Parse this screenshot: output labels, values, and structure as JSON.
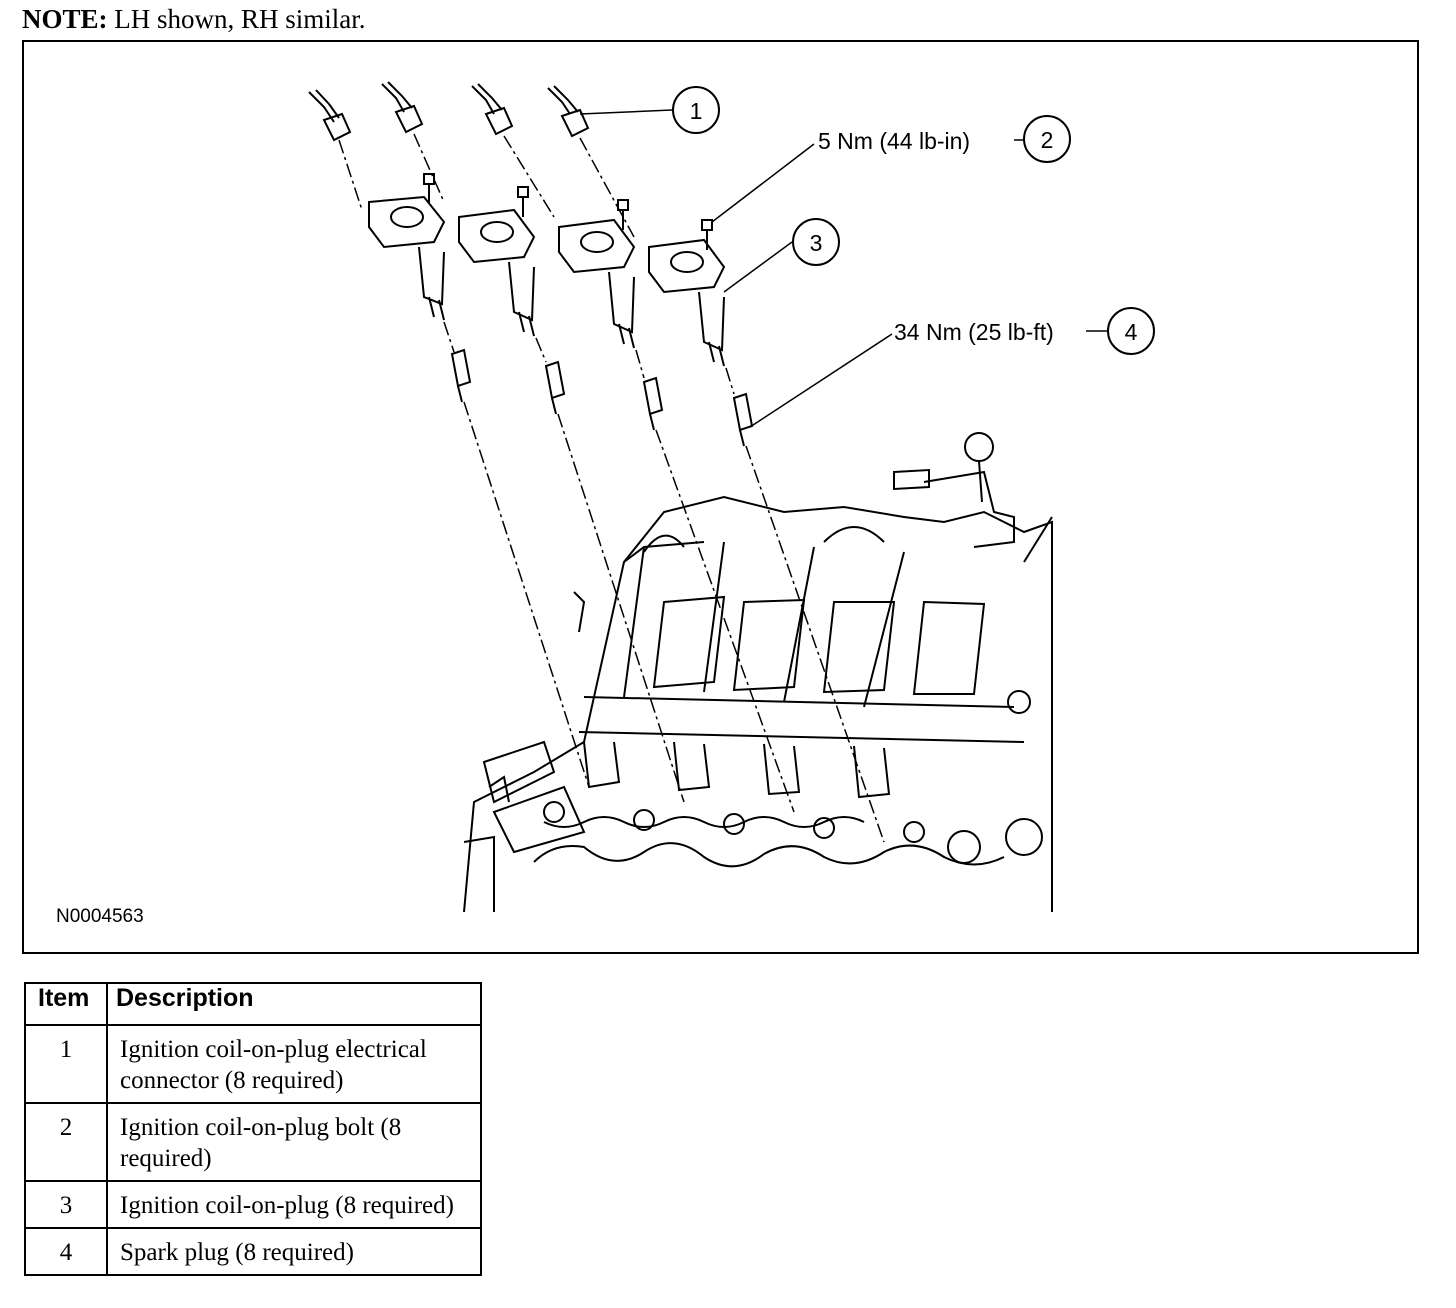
{
  "note": {
    "label": "NOTE:",
    "text": "LH shown, RH similar."
  },
  "figure": {
    "id": "N0004563",
    "callouts": [
      {
        "number": "1",
        "text": ""
      },
      {
        "number": "2",
        "text": "5 Nm (44 lb-in)"
      },
      {
        "number": "3",
        "text": ""
      },
      {
        "number": "4",
        "text": "34 Nm (25 lb-ft)"
      }
    ]
  },
  "legend": {
    "headers": {
      "item": "Item",
      "description": "Description"
    },
    "rows": [
      {
        "item": "1",
        "description": "Ignition coil-on-plug electrical connector (8 required)"
      },
      {
        "item": "2",
        "description": "Ignition coil-on-plug bolt (8 required)"
      },
      {
        "item": "3",
        "description": "Ignition coil-on-plug (8 required)"
      },
      {
        "item": "4",
        "description": "Spark plug (8 required)"
      }
    ]
  }
}
